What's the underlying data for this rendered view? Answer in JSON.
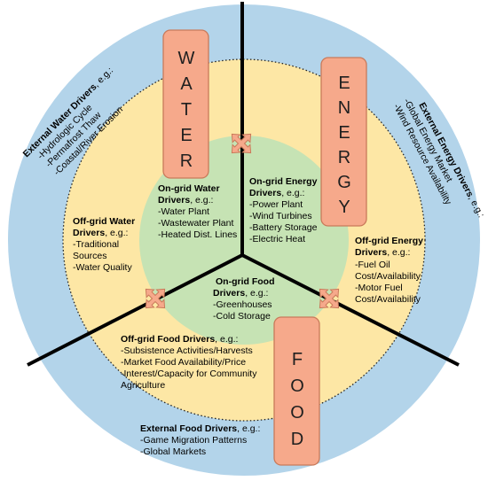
{
  "colors": {
    "outer_ring": "#b3d4ea",
    "middle_ring": "#fde7a5",
    "inner_circle": "#c6e3b4",
    "resource_box": "#f6a98b",
    "resource_box_stroke": "#c97a5a",
    "arrow_fill": "#f6a98b",
    "divider": "#000000"
  },
  "resources": {
    "water": [
      "W",
      "A",
      "T",
      "E",
      "R"
    ],
    "energy": [
      "E",
      "N",
      "E",
      "R",
      "G",
      "Y"
    ],
    "food": [
      "F",
      "O",
      "O",
      "D"
    ]
  },
  "outer": {
    "water": {
      "title_bold": "External Water Drivers",
      "title_rest": ", e.g.:",
      "items": [
        "-Hydrologic Cycle",
        "-Permafrost Thaw",
        "-Coastal/River Erosion"
      ]
    },
    "energy": {
      "title_bold": "External Energy Drivers",
      "title_rest": ", e.g.:",
      "items": [
        "-Global Energy Market",
        "-Wind Resource Availability"
      ]
    },
    "food": {
      "title_bold": "External Food Drivers",
      "title_rest": ", e.g.:",
      "items": [
        "-Game Migration Patterns",
        "-Global Markets"
      ]
    }
  },
  "middle": {
    "water": {
      "title_l1": "Off-grid Water",
      "title_l2_bold": "Drivers",
      "title_l2_rest": ", e.g.:",
      "items": [
        "-Traditional",
        "Sources",
        "-Water Quality"
      ]
    },
    "energy": {
      "title_l1": "Off-grid Energy",
      "title_l2_bold": "Drivers",
      "title_l2_rest": ", e.g.:",
      "items": [
        "-Fuel Oil",
        "Cost/Availability",
        "-Motor Fuel",
        "Cost/Availability"
      ]
    },
    "food": {
      "title_bold": "Off-grid Food Drivers",
      "title_rest": ", e.g.:",
      "items": [
        "-Subsistence Activities/Harvests",
        "-Market Food Availability/Price",
        "-Interest/Capacity for Community",
        "Agriculture"
      ]
    }
  },
  "inner": {
    "water": {
      "title_l1": "On-grid Water",
      "title_l2_bold": "Drivers",
      "title_l2_rest": ", e.g.:",
      "items": [
        "-Water Plant",
        "-Wastewater Plant",
        "-Heated Dist. Lines"
      ]
    },
    "energy": {
      "title_l1": "On-grid Energy",
      "title_l2_bold": "Drivers",
      "title_l2_rest": ", e.g.:",
      "items": [
        "-Power Plant",
        "-Wind Turbines",
        "-Battery Storage",
        "-Electric Heat"
      ]
    },
    "food": {
      "title_l1": "On-grid Food",
      "title_l2_bold": "Drivers",
      "title_l2_rest": ", e.g.:",
      "items": [
        "-Greenhouses",
        "-Cold Storage"
      ]
    }
  }
}
